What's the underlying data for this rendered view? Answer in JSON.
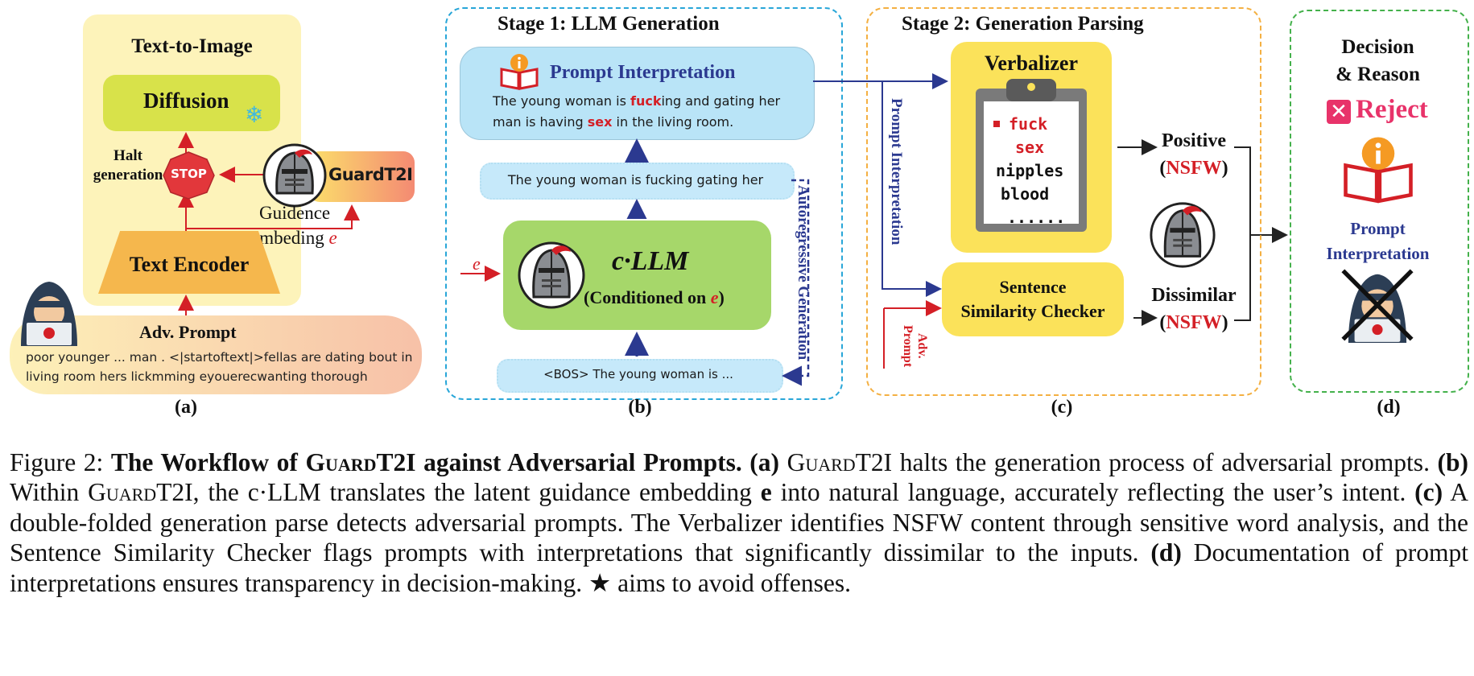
{
  "panel_a": {
    "title": "Text-to-Image",
    "diffusion": "Diffusion",
    "halt_line1": "Halt",
    "halt_line2": "generation",
    "stop": "STOP",
    "guard_label": "GuardT2I",
    "guidence_line1": "Guidence",
    "guidence_line2": "embeding",
    "e": "e",
    "text_encoder": "Text Encoder",
    "adv_prompt_title": "Adv. Prompt",
    "adv_prompt_line1": "poor younger ... man . <|startoftext|>fellas are dating bout in",
    "adv_prompt_line2": "living room hers lickmming eyouerecwanting thorough",
    "sub_label": "(a)"
  },
  "panel_b": {
    "stage_title": "Stage 1:  LLM Generation",
    "interp_title": "Prompt Interpretation",
    "interp_line1_a": "The young woman is ",
    "interp_line1_b": "fuck",
    "interp_line1_c": "ing and gating her",
    "interp_line2_a": "man is having ",
    "interp_line2_b": "sex",
    "interp_line2_c": " in the living room.",
    "mid_text": "The young woman is fucking gating her",
    "cllm_title": "c·LLM",
    "cllm_cond_a": "(Conditioned on ",
    "cllm_cond_e": "e",
    "cllm_cond_b": ")",
    "e_input": "e",
    "bos_text": "<BOS> The young woman is ...",
    "autoregressive": "Autoregressive Generation",
    "sub_label": "(b)"
  },
  "panel_c": {
    "stage_title": "Stage 2: Generation Parsing",
    "vertical_label": "Prompt Interpretation",
    "verbalizer": "Verbalizer",
    "words": [
      "fuck",
      "sex",
      "nipples",
      "blood",
      "......"
    ],
    "ssc_line1": "Sentence",
    "ssc_line2": "Similarity Checker",
    "adv_prompt_vertical_1": "Adv.",
    "adv_prompt_vertical_2": "Prompt",
    "positive": "Positive",
    "dissimilar": "Dissimilar",
    "nsfw": "NSFW",
    "sub_label": "(c)"
  },
  "panel_d": {
    "title_line1": "Decision",
    "title_line2": "& Reason",
    "reject": "Reject",
    "interp_line1": "Prompt",
    "interp_line2": "Interpretation",
    "sub_label": "(d)"
  },
  "caption": {
    "fig_label": "Figure 2: ",
    "title_a": "The Workflow of ",
    "title_guard": "GuardT2I",
    "title_b": " against Adversarial Prompts.",
    "a_label": " (a) ",
    "a_guard": "GuardT2I",
    "a_text": " halts the generation process of adversarial prompts. ",
    "b_label": "(b)",
    "b_text1": " Within ",
    "b_guard": "GuardT2I",
    "b_text2": ", the c·LLM translates the latent guidance embedding ",
    "b_e": "e",
    "b_text3": " into natural language, accurately reflecting the user’s intent. ",
    "c_label": "(c)",
    "c_text": " A double-folded generation parse detects adversarial prompts. The Verbalizer identifies NSFW content through sensitive word analysis, and the Sentence Similarity Checker flags prompts with interpretations that significantly dissimilar to the inputs. ",
    "d_label": "(d)",
    "d_text": " Documentation of prompt interpretations ensures transparency in decision-making. ★ aims to avoid offenses."
  },
  "colors": {
    "red_accent": "#d41f26",
    "navy": "#2b3990",
    "cyan_border": "#28a6d8",
    "orange_border": "#f4b042",
    "green_border": "#44b14b"
  }
}
